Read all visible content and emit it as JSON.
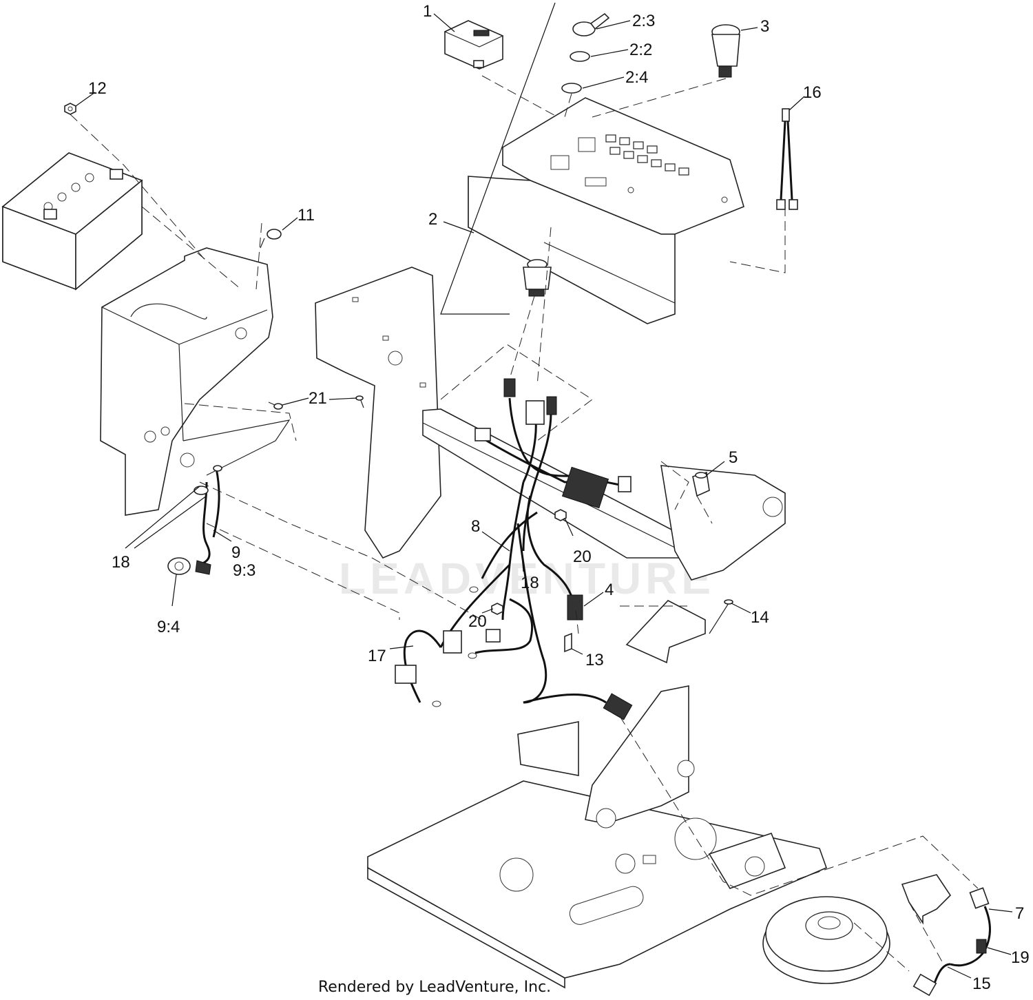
{
  "watermark": "LEADVENTURE",
  "footer": "Rendered by LeadVenture, Inc.",
  "callouts": {
    "c1": "1",
    "c2_3": "2:3",
    "c3": "3",
    "c2_2": "2:2",
    "c2_4": "2:4",
    "c12": "12",
    "c16": "16",
    "c11": "11",
    "c2": "2",
    "c21": "21",
    "c5": "5",
    "c8": "8",
    "c20a": "20",
    "c18a": "18",
    "c9": "9",
    "c9_3": "9:3",
    "c18b": "18",
    "c4": "4",
    "c9_4": "9:4",
    "c14": "14",
    "c20b": "20",
    "c17": "17",
    "c13": "13",
    "c7": "7",
    "c19": "19",
    "c15": "15"
  }
}
